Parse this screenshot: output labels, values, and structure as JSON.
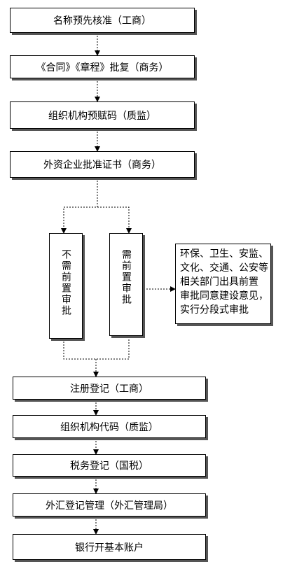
{
  "steps": [
    "名称预先核准（工商）",
    "《合同》《章程》批复（商务）",
    "组织机构预赋码（质监）",
    "外资企业批准证书（商务）"
  ],
  "branches": {
    "left": "不需前置审批",
    "right": "需前置审批"
  },
  "note_lines": [
    "环保、卫生、安监、",
    "文化、交通、公安等",
    "相关部门出具前置",
    "审批同意建设意见，",
    "实行分段式审批"
  ],
  "steps_after": [
    "注册登记（工商）",
    "组织机构代码（质监）",
    "税务登记（国税）",
    "外汇登记管理（外汇管理局）",
    "银行开基本账户"
  ]
}
